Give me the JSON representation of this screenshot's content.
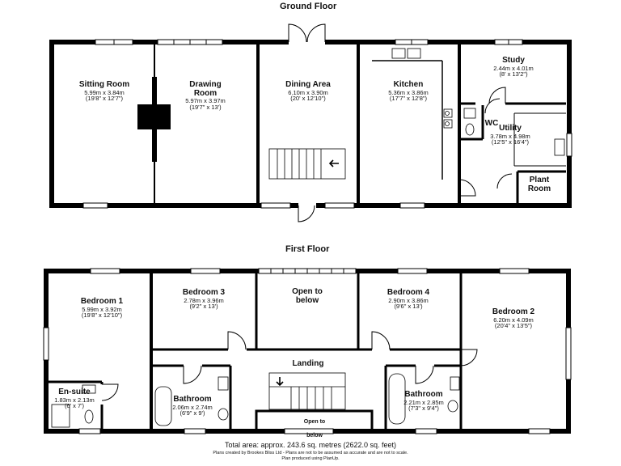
{
  "ground_floor": {
    "title": "Ground Floor",
    "rooms": [
      {
        "id": "sitting",
        "name": "Sitting Room",
        "dims": "5.99m x 3.84m",
        "imperial": "(19'8\" x 12'7\")"
      },
      {
        "id": "drawing",
        "name": "Drawing Room",
        "dims": "5.97m x 3.97m",
        "imperial": "(19'7\" x 13')"
      },
      {
        "id": "dining",
        "name": "Dining Area",
        "dims": "6.10m x 3.90m",
        "imperial": "(20' x 12'10\")"
      },
      {
        "id": "kitchen",
        "name": "Kitchen",
        "dims": "5.36m x 3.86m",
        "imperial": "(17'7\" x 12'8\")"
      },
      {
        "id": "study",
        "name": "Study",
        "dims": "2.44m x 4.01m",
        "imperial": "(8' x 13'2\")"
      },
      {
        "id": "utility",
        "name": "Utility",
        "dims": "3.78m x 4.98m",
        "imperial": "(12'5\" x 16'4\")"
      },
      {
        "id": "wc",
        "name": "WC",
        "dims": "",
        "imperial": ""
      },
      {
        "id": "plant",
        "name": "Plant Room",
        "dims": "",
        "imperial": ""
      }
    ]
  },
  "first_floor": {
    "title": "First Floor",
    "rooms": [
      {
        "id": "bed1",
        "name": "Bedroom 1",
        "dims": "5.99m x 3.92m",
        "imperial": "(19'8\" x 12'10\")"
      },
      {
        "id": "bed3",
        "name": "Bedroom 3",
        "dims": "2.78m x 3.96m",
        "imperial": "(9'2\" x 13')"
      },
      {
        "id": "open1",
        "name": "Open to below",
        "dims": "",
        "imperial": ""
      },
      {
        "id": "bed4",
        "name": "Bedroom 4",
        "dims": "2.90m x 3.86m",
        "imperial": "(9'6\" x 13')"
      },
      {
        "id": "bed2",
        "name": "Bedroom 2",
        "dims": "6.20m x 4.09m",
        "imperial": "(20'4\" x 13'5\")"
      },
      {
        "id": "landing",
        "name": "Landing",
        "dims": "",
        "imperial": ""
      },
      {
        "id": "ensuite",
        "name": "En-suite",
        "dims": "1.83m x 2.13m",
        "imperial": "(6' x 7')"
      },
      {
        "id": "bath1",
        "name": "Bathroom",
        "dims": "2.06m x 2.74m",
        "imperial": "(6'9\" x 9')"
      },
      {
        "id": "bath2",
        "name": "Bathroom",
        "dims": "2.21m x 2.85m",
        "imperial": "(7'3\" x 9'4\")"
      },
      {
        "id": "open2",
        "name": "Open to below",
        "dims": "",
        "imperial": ""
      }
    ]
  },
  "footer": {
    "total_area": "Total area: approx. 243.6 sq. metres (2622.0 sq. feet)",
    "disclaimer": "Plans created by Brookes Bliss Ltd - Plans are not to be assumed as accurate and are not to scale.",
    "produced": "Plan produced using PlanUp."
  }
}
